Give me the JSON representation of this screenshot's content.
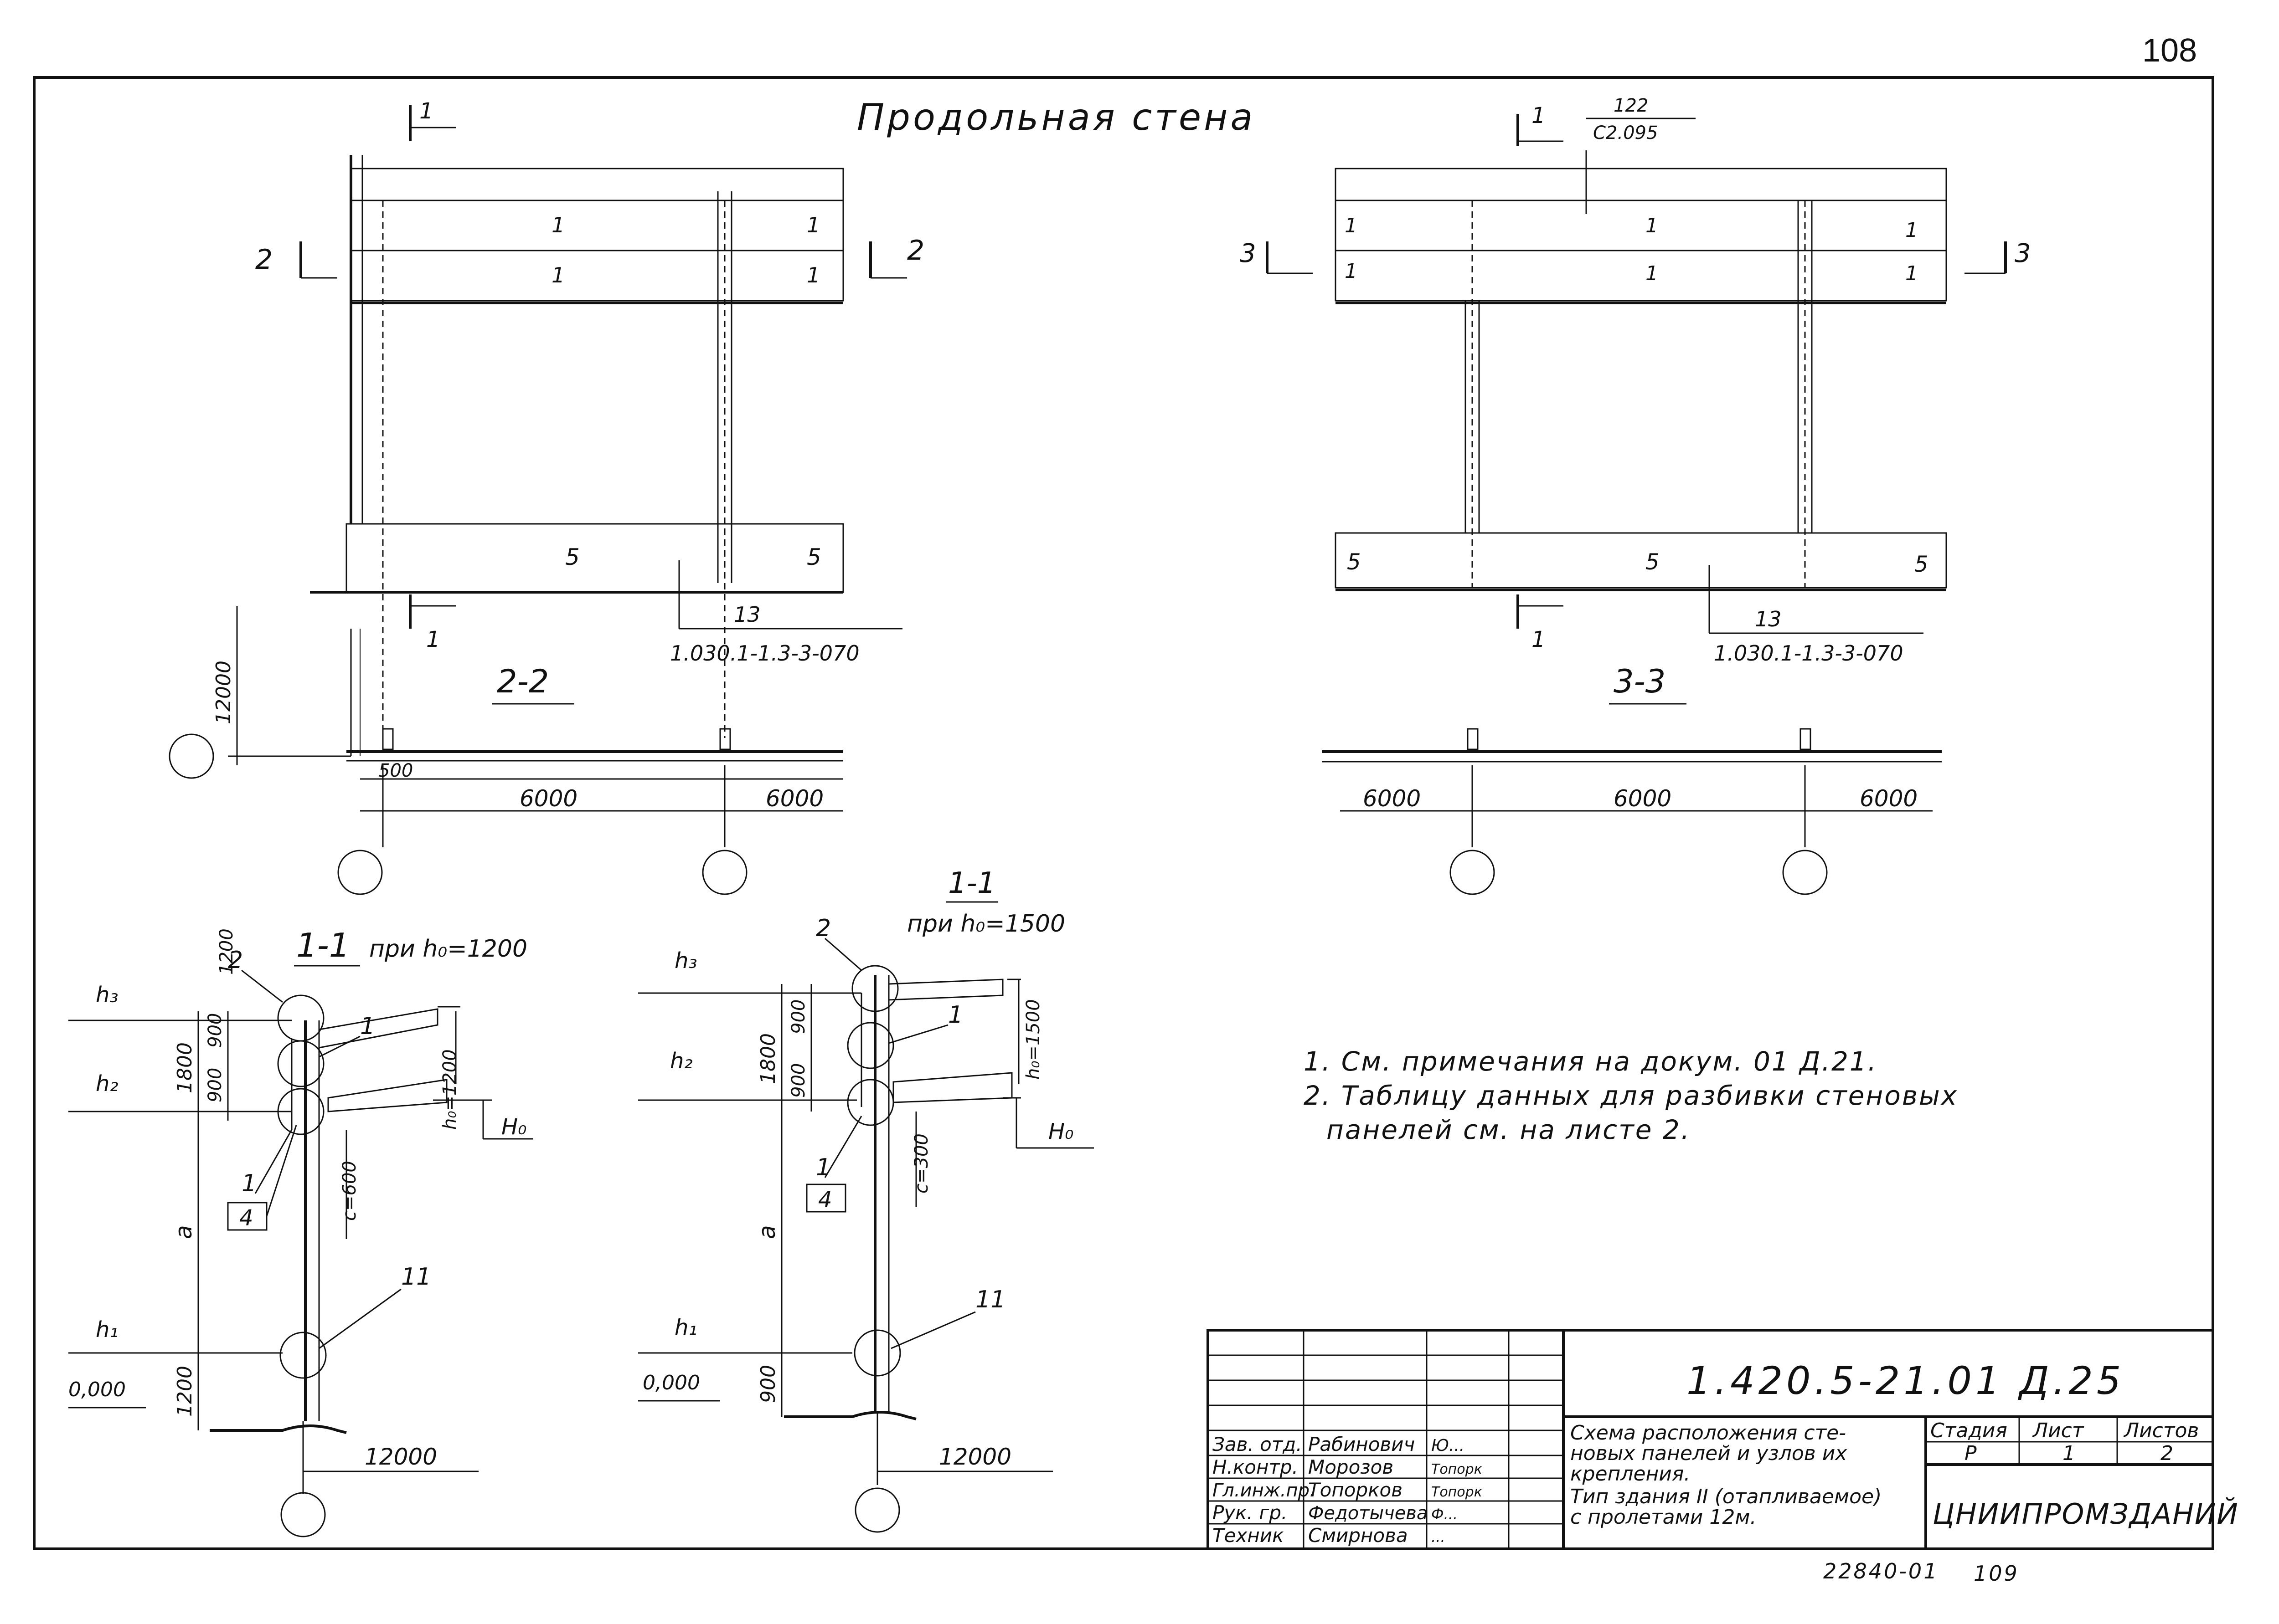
{
  "page_number": "108",
  "view_title": "Продольная стена",
  "section_2_2": {
    "label": "2-2",
    "marker_1": "1",
    "marker_2": "2",
    "panel_labels": [
      "1",
      "1",
      "1",
      "1",
      "5",
      "5"
    ],
    "callout_number": "13",
    "callout_code": "1.030.1-1.3-3-070",
    "dim_height": "12000",
    "dim_offset": "500",
    "dim_spans": [
      "6000",
      "6000"
    ]
  },
  "section_3_3": {
    "label": "3-3",
    "marker_1": "1",
    "marker_3": "3",
    "top_callout_number": "122",
    "top_callout_code": "С2.095",
    "panel_labels": [
      "1",
      "1",
      "1",
      "1",
      "1",
      "1",
      "5",
      "5",
      "5"
    ],
    "callout_number": "13",
    "callout_code": "1.030.1-1.3-3-070",
    "dim_spans": [
      "6000",
      "6000",
      "6000"
    ]
  },
  "section_1_1_a": {
    "label": "1-1",
    "subtitle": "при h₀=1200",
    "levels": [
      "h₃",
      "h₂",
      "h₁",
      "0,000"
    ],
    "node_labels": [
      "2",
      "1",
      "1",
      "4",
      "11"
    ],
    "dims": [
      "1800",
      "900",
      "900",
      "1200",
      "a",
      "1200"
    ],
    "h0": "h₀=1200",
    "c": "c=600",
    "base_level": "H₀",
    "span": "12000"
  },
  "section_1_1_b": {
    "label": "1-1",
    "subtitle": "при h₀=1500",
    "levels": [
      "h₃",
      "h₂",
      "h₁",
      "0,000"
    ],
    "node_labels": [
      "2",
      "1",
      "1",
      "4",
      "11"
    ],
    "dims": [
      "1800",
      "900",
      "900",
      "a",
      "900"
    ],
    "h0": "h₀=1500",
    "c": "c=300",
    "base_level": "H₀",
    "span": "12000"
  },
  "notes": [
    "1. См. примечания на докум. 01 Д.21.",
    "2. Таблицу данных для разбивки стеновых",
    "панелей см. на листе 2."
  ],
  "title_block": {
    "doc_code": "1.420.5-21.01 Д.25",
    "staff": [
      {
        "role": "Зав. отд.",
        "name": "Рабинович",
        "sign": "Ю..."
      },
      {
        "role": "Н.контр.",
        "name": "Морозов",
        "sign": "Топорк"
      },
      {
        "role": "Гл.инж.пр.",
        "name": "Топорков",
        "sign": "Топорк"
      },
      {
        "role": "Рук. гр.",
        "name": "Федотычева",
        "sign": "Ф..."
      },
      {
        "role": "Техник",
        "name": "Смирнова",
        "sign": "..."
      }
    ],
    "description": [
      "Схема расположения сте-",
      "новых панелей и узлов их",
      "крепления.",
      "Тип здания II (отапливаемое)",
      "с пролетами 12м."
    ],
    "stage_header": "Стадия",
    "sheet_header": "Лист",
    "sheets_header": "Листов",
    "stage": "Р",
    "sheet": "1",
    "sheets": "2",
    "organization": "ЦНИИПРОМЗДАНИЙ"
  },
  "footer_code": "22840-01",
  "footer_number": "109"
}
